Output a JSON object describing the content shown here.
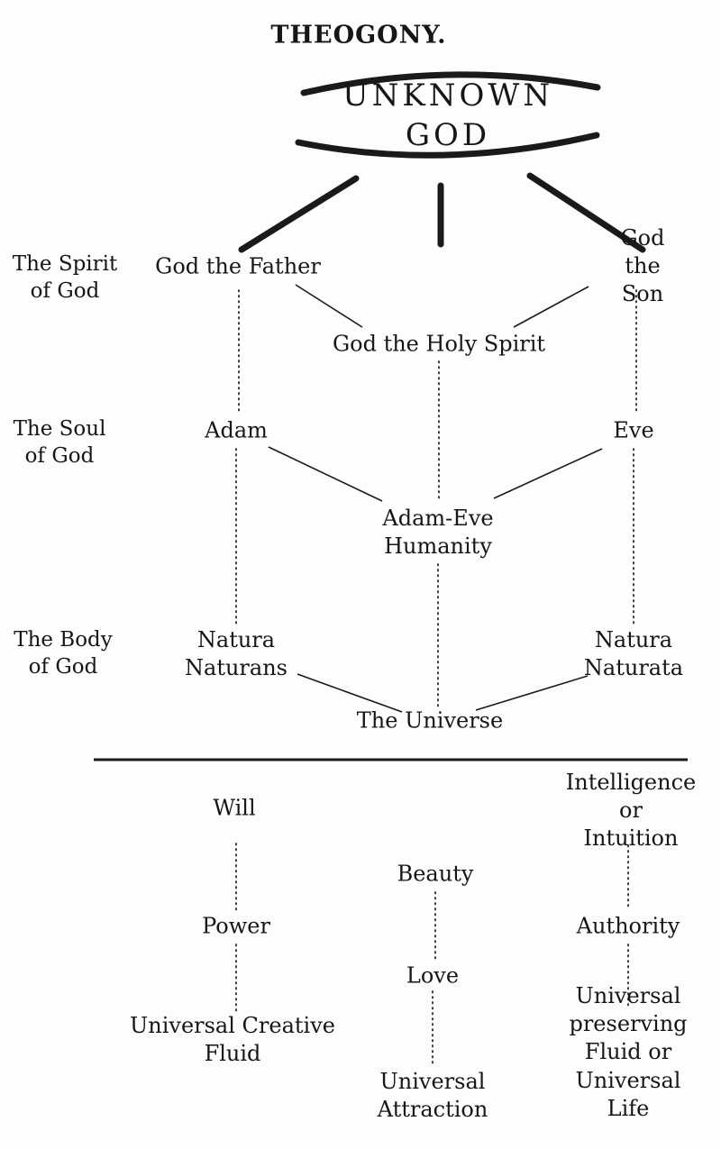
{
  "title": "THEOGONY.",
  "tree": {
    "root": "UNKNOWN GOD",
    "side_labels": {
      "spirit": "The Spirit\nof God",
      "soul": "The Soul\nof God",
      "body": "The Body\nof God"
    },
    "nodes": {
      "god_father": "God the Father",
      "god_son": "God the Son",
      "holy_spirit": "God the Holy Spirit",
      "adam": "Adam",
      "eve": "Eve",
      "adam_eve_humanity": "Adam-Eve\nHumanity",
      "natura_naturans": "Natura\nNaturans",
      "natura_naturata": "Natura\nNaturata",
      "universe": "The Universe"
    }
  },
  "aspects": {
    "will": "Will",
    "intelligence": "Intelligence or\nIntuition",
    "beauty": "Beauty",
    "power": "Power",
    "authority": "Authority",
    "love": "Love",
    "creative_fluid": "Universal Creative\nFluid",
    "preserving_fluid": "Universal preserving\nFluid or\nUniversal Life",
    "attraction": "Universal\nAttraction"
  },
  "colors": {
    "ink": "#1a1a1a",
    "paper": "#fdfdfb"
  }
}
